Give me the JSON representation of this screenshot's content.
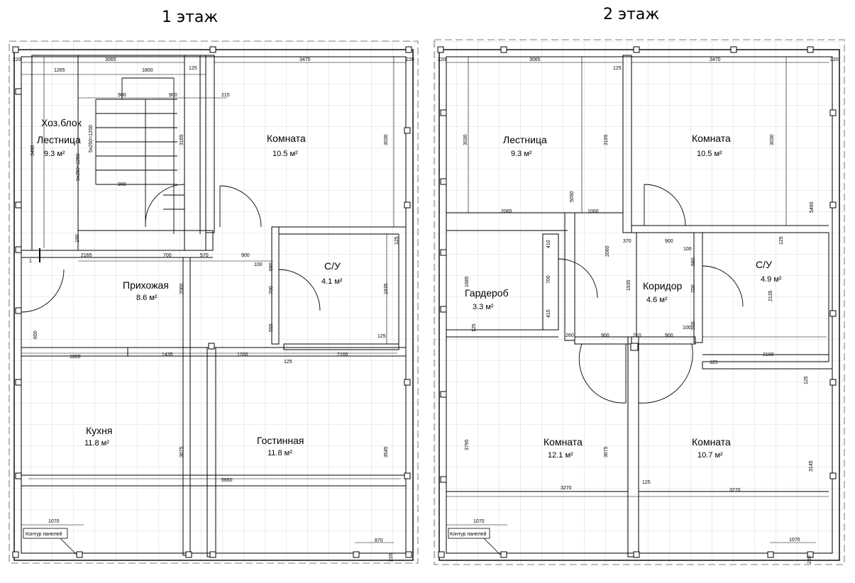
{
  "floors": [
    {
      "title": "1 этаж",
      "rooms": [
        {
          "name": "Хоз.блок",
          "area": ""
        },
        {
          "name": "Лестница",
          "area": "9.3 м²"
        },
        {
          "name": "Комната",
          "area": "10.5 м²"
        },
        {
          "name": "Прихожая",
          "area": "8.6 м²"
        },
        {
          "name": "С/У",
          "area": "4.1 м²"
        },
        {
          "name": "Кухня",
          "area": "11.8 м²"
        },
        {
          "name": "Гостинная",
          "area": "11.8 м²"
        }
      ],
      "dims": [
        "220",
        "3065",
        "3470",
        "220",
        "1265",
        "1800",
        "125",
        "900",
        "900",
        "215",
        "3490",
        "5х250=1250",
        "9х250=2250",
        "3165",
        "3030",
        "900",
        "190",
        "2165",
        "700",
        "570",
        "900",
        "100",
        "680",
        "700",
        "555",
        "1935",
        "125",
        "600",
        "2060",
        "1800",
        "1435",
        "1200",
        "2100",
        "125",
        "125",
        "3675",
        "3545",
        "6660",
        "1070",
        "870",
        "220",
        "1"
      ],
      "label": "Контур панелей"
    },
    {
      "title": "2 этаж",
      "rooms": [
        {
          "name": "Лестница",
          "area": "9.3 м²"
        },
        {
          "name": "Комната",
          "area": "10.5 м²"
        },
        {
          "name": "Гардероб",
          "area": "3.3 м²"
        },
        {
          "name": "Коридор",
          "area": "4.6 м²"
        },
        {
          "name": "С/У",
          "area": "4.9 м²"
        },
        {
          "name": "Комната",
          "area": "12.1 м²"
        },
        {
          "name": "Комната",
          "area": "10.7 м²"
        }
      ],
      "dims": [
        "220",
        "3065",
        "3470",
        "220",
        "125",
        "3030",
        "3165",
        "3030",
        "5090",
        "2065",
        "1000",
        "5490",
        "125",
        "370",
        "900",
        "100",
        "1685",
        "410",
        "700",
        "415",
        "125",
        "2060",
        "1935",
        "680",
        "700",
        "100",
        "555",
        "2135",
        "260",
        "900",
        "210",
        "900",
        "125",
        "2100",
        "125",
        "3795",
        "3675",
        "3145",
        "3270",
        "125",
        "3270",
        "1070",
        "1070",
        "220"
      ],
      "label": "Контур панелей"
    }
  ]
}
